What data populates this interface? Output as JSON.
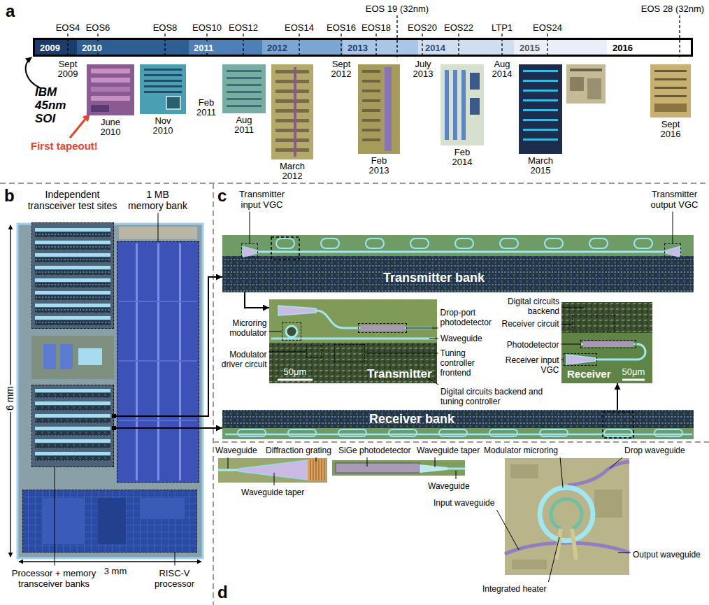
{
  "diagram": {
    "nodes": [
      {
        "text": [
          "2009"
        ]
      },
      {
        "text": [
          "2010"
        ]
      },
      {
        "text": [
          "2011"
        ]
      },
      {
        "text": [
          "2012"
        ]
      },
      {
        "text": [
          "2013"
        ]
      },
      {
        "text": [
          "2014"
        ]
      },
      {
        "text": [
          "2015"
        ]
      },
      {
        "text": [
          "2016"
        ]
      },
      {
        "text": [
          "Independent transceiver test sites"
        ]
      },
      {
        "text": [
          "1 MB memory bank"
        ]
      },
      {
        "text": [
          "Processor + memory transceiver banks"
        ]
      },
      {
        "text": [
          "RISC-V processor"
        ]
      },
      {
        "text": [
          "Transmitter bank"
        ]
      },
      {
        "text": [
          "Transmitter input VGC"
        ],
        "in": 12
      },
      {
        "text": [
          "Transmitter output VGC"
        ],
        "in": 12
      },
      {
        "text": [
          "Transmitter"
        ]
      },
      {
        "text": [
          "Drop-port photodetector"
        ],
        "in": 15
      },
      {
        "text": [
          "Microring modulator"
        ],
        "in": 15
      },
      {
        "text": [
          "Modulator driver circuit"
        ],
        "in": 15
      },
      {
        "text": [
          "Tuning controller frontend"
        ],
        "in": 15
      },
      {
        "text": [
          "Receiver"
        ]
      },
      {
        "text": [
          "Receiver circuit"
        ],
        "in": 20
      },
      {
        "text": [
          "Photodetector"
        ],
        "in": 20
      },
      {
        "text": [
          "Receiver input VGC"
        ],
        "in": 20
      },
      {
        "text": [
          "Receiver bank"
        ]
      }
    ],
    "edges": [
      {
        "from": 10,
        "to": 12,
        "arrow": "to"
      },
      {
        "from": 10,
        "to": 24,
        "arrow": "to"
      },
      {
        "from": 12,
        "to": 15,
        "arrow": "to"
      },
      {
        "from": 24,
        "to": 20,
        "arrow": "to"
      }
    ],
    "labels": [
      "a",
      "EOS4",
      "EOS6",
      "EOS8",
      "EOS10",
      "EOS12",
      "EOS14",
      "EOS16",
      "EOS18",
      "EOS 19 (32nm)",
      "EOS20",
      "EOS22",
      "LTP1",
      "EOS24",
      "EOS 28 (32nm)",
      "Sept 2009",
      "Feb 2011",
      "Sept 2012",
      "July 2013",
      "Aug 2014",
      "IBM 45nm SOI",
      "First tapeout!",
      "June 2010",
      "Nov 2010",
      "Aug 2011",
      "March 2012",
      "Feb 2013",
      "Feb 2014",
      "March 2015",
      "Sept 2016",
      "b",
      "6 mm",
      "3 mm",
      "c",
      "Waveguide",
      "Digital circuits backend and tuning controller",
      "50μm",
      "Digital circuits backend",
      "50μm",
      "d",
      "Waveguide",
      "Diffraction grating",
      "Waveguide taper",
      "SiGe photodetector",
      "Waveguide taper",
      "Waveguide",
      "Modulator microring",
      "Drop waveguide",
      "Input waveguide",
      "Output waveguide",
      "Integrated heater"
    ]
  }
}
